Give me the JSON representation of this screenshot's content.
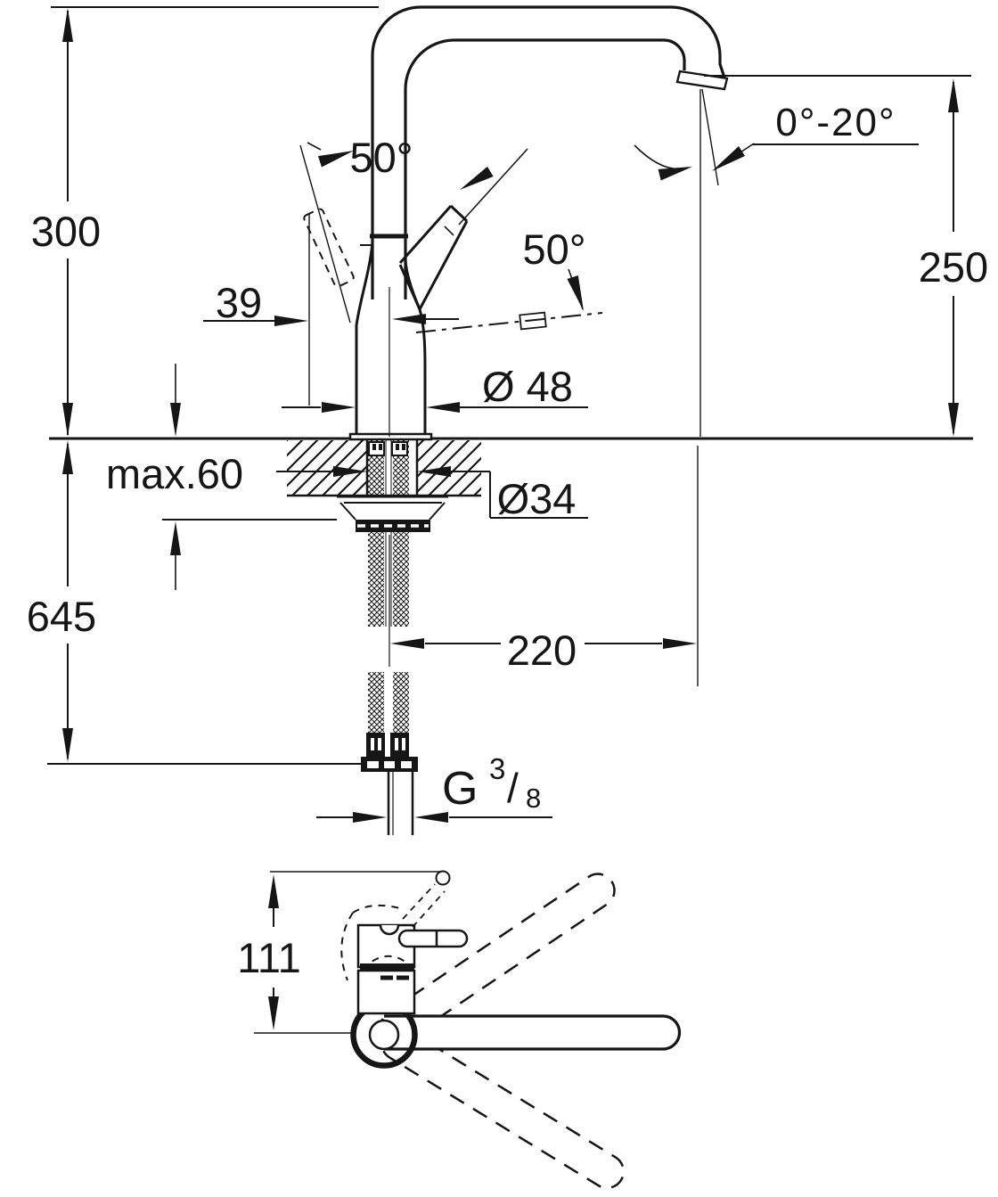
{
  "colors": {
    "line": "#161616",
    "background": "#ffffff"
  },
  "labels": {
    "overall_height": "300",
    "spout_outlet_height": "250",
    "spout_tilt_range": "0°-20°",
    "lever_angle_left": "50°",
    "lever_angle_right": "50°",
    "lever_offset": "39",
    "base_diameter": "Ø 48",
    "max_counter_thickness": "max.60",
    "mounting_hole_diameter": "Ø34",
    "hose_clearance_length": "645",
    "spout_reach": "220",
    "plan_body_depth": "111",
    "thread": {
      "g": "G",
      "numerator": "3",
      "slash": "/",
      "denominator": "8"
    }
  }
}
